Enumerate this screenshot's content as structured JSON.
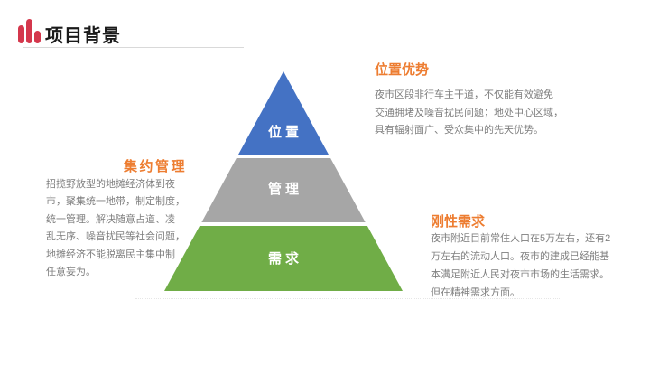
{
  "header": {
    "title": "项目背景",
    "icon": "bar-chart-icon",
    "icon_color": "#D4374C"
  },
  "pyramid": {
    "type": "pyramid-diagram",
    "levels": [
      {
        "label": "位置",
        "color": "#4472C4"
      },
      {
        "label": "管理",
        "color": "#A6A6A6"
      },
      {
        "label": "需求",
        "color": "#70AD47"
      }
    ]
  },
  "callouts": {
    "location": {
      "heading": "位置优势",
      "heading_color": "#ED7D31",
      "body": "夜市区段非行车主干道，不仅能有效避免\n交通拥堵及噪音扰民问题；地处中心区域，\n具有辐射面广、受众集中的先天优势。"
    },
    "management": {
      "heading": "集约管理",
      "heading_color": "#ED7D31",
      "body": "招揽野放型的地摊经济体到夜\n市，聚集统一地带，制定制度，\n统一管理。解决随意占道、凌\n乱无序、噪音扰民等社会问题，\n地摊经济不能脱离民主集中制\n任意妄为。"
    },
    "demand": {
      "heading": "刚性需求",
      "heading_color": "#ED7D31",
      "body": "夜市附近目前常住人口在5万左右，还有2\n万左右的流动人口。夜市的建成已经能基\n本满足附近人民对夜市市场的生活需求。\n但在精神需求方面。"
    }
  }
}
